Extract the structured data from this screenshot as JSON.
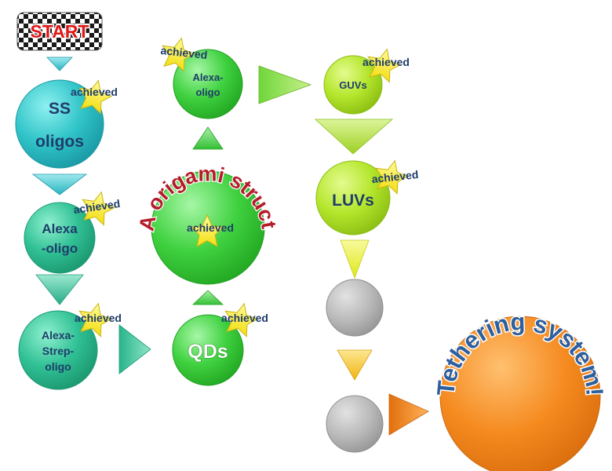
{
  "start": {
    "label": "START"
  },
  "status_label": "achieved",
  "nodes": {
    "ss_oligos": {
      "line1": "SS",
      "line2": "oligos"
    },
    "alexa_oligo_left": {
      "line1": "Alexa",
      "line2": "-oligo"
    },
    "alexa_strep_oligo": {
      "line1": "Alexa-",
      "line2": "Strep-",
      "line3": "oligo"
    },
    "dna_origami": {
      "label": "DNA origami structure"
    },
    "alexa_oligo_top": {
      "line1": "Alexa-",
      "line2": "oligo"
    },
    "qds": {
      "label": "QDs"
    },
    "guvs": {
      "label": "GUVs"
    },
    "luvs": {
      "label": "LUVs"
    },
    "tethering": {
      "label": "Tethering system!"
    }
  },
  "colors": {
    "teal": "#2cc0c4",
    "sea_green": "#28b490",
    "green": "#3ccd3c",
    "lime": "#a8e02c",
    "yellow": "#e8f020",
    "gold": "#f5c21e",
    "grey": "#b4b4b4",
    "orange": "#f0861c",
    "text_blue": "#1f3d6b",
    "curved_text_red": "#b51c2a",
    "start_red": "#e01818"
  }
}
